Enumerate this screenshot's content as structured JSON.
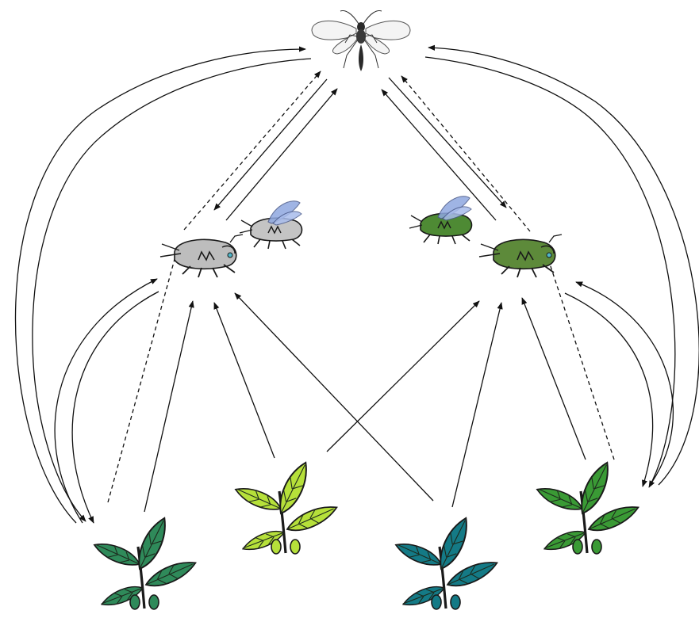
{
  "diagram": {
    "nodes": [
      {
        "id": "parasitoid",
        "icon": "parasitoid-wasp-icon"
      },
      {
        "id": "aphid-grey",
        "icon": "aphid-grey-icon",
        "color": "#bdbdbd"
      },
      {
        "id": "aphid-green",
        "icon": "aphid-green-icon",
        "color": "#5d8a3a"
      },
      {
        "id": "plant-1",
        "icon": "plant-dark-green-icon",
        "color": "#2f8a5a"
      },
      {
        "id": "plant-2",
        "icon": "plant-lime-icon",
        "color": "#b6e03a"
      },
      {
        "id": "plant-3",
        "icon": "plant-teal-icon",
        "color": "#147a86"
      },
      {
        "id": "plant-4",
        "icon": "plant-green-icon",
        "color": "#3a9a35"
      }
    ],
    "edges": [
      {
        "from": "plant-1",
        "to": "parasitoid",
        "style": "solid"
      },
      {
        "from": "parasitoid",
        "to": "plant-1",
        "style": "solid"
      },
      {
        "from": "plant-4",
        "to": "parasitoid",
        "style": "solid"
      },
      {
        "from": "parasitoid",
        "to": "plant-4",
        "style": "solid"
      },
      {
        "from": "aphid-grey",
        "to": "parasitoid",
        "style": "solid"
      },
      {
        "from": "parasitoid",
        "to": "aphid-grey",
        "style": "solid"
      },
      {
        "from": "aphid-grey",
        "to": "parasitoid",
        "style": "dashed"
      },
      {
        "from": "aphid-green",
        "to": "parasitoid",
        "style": "solid"
      },
      {
        "from": "parasitoid",
        "to": "aphid-green",
        "style": "solid"
      },
      {
        "from": "aphid-green",
        "to": "parasitoid",
        "style": "dashed"
      },
      {
        "from": "plant-1",
        "to": "aphid-grey",
        "style": "solid"
      },
      {
        "from": "aphid-grey",
        "to": "plant-1",
        "style": "solid"
      },
      {
        "from": "plant-1",
        "to": "aphid-grey",
        "style": "dashed"
      },
      {
        "from": "plant-2",
        "to": "aphid-grey",
        "style": "solid"
      },
      {
        "from": "plant-3",
        "to": "aphid-grey",
        "style": "solid"
      },
      {
        "from": "plant-2",
        "to": "aphid-green",
        "style": "solid"
      },
      {
        "from": "plant-3",
        "to": "aphid-green",
        "style": "solid"
      },
      {
        "from": "plant-4",
        "to": "aphid-green",
        "style": "solid"
      },
      {
        "from": "aphid-green",
        "to": "plant-4",
        "style": "solid"
      },
      {
        "from": "plant-4",
        "to": "aphid-green",
        "style": "dashed"
      }
    ]
  }
}
